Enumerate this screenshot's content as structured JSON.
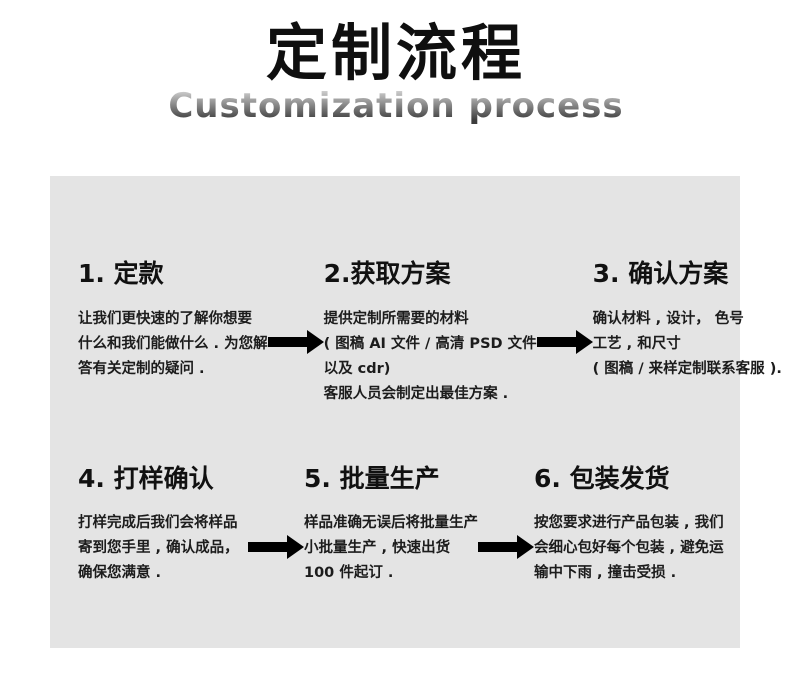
{
  "header": {
    "title": "定制流程",
    "subtitle": "Customization process"
  },
  "steps": [
    {
      "heading": "1. 定款",
      "lines": [
        "让我们更快速的了解你想要",
        "什么和我们能做什么 . 为您解",
        "答有关定制的疑问 ."
      ]
    },
    {
      "heading": "2.获取方案",
      "lines": [
        "提供定制所需要的材料",
        "( 图稿 AI 文件 / 高清 PSD 文件",
        "以及 cdr)",
        "客服人员会制定出最佳方案 ."
      ]
    },
    {
      "heading": "3. 确认方案",
      "lines": [
        "确认材料 , 设计， 色号",
        "工艺 , 和尺寸",
        "( 图稿 / 来样定制联系客服 )."
      ]
    },
    {
      "heading": "4. 打样确认",
      "lines": [
        "打样完成后我们会将样品",
        "寄到您手里 , 确认成品，",
        "确保您满意 ."
      ]
    },
    {
      "heading": "5. 批量生产",
      "lines": [
        "样品准确无误后将批量生产",
        "小批量生产 , 快速出货",
        "100 件起订 ."
      ]
    },
    {
      "heading": "6. 包装发货",
      "lines": [
        "按您要求进行产品包装 , 我们",
        "会细心包好每个包装 , 避免运",
        "输中下雨 , 撞击受损 ."
      ]
    }
  ],
  "colors": {
    "page_bg": "#ffffff",
    "panel_bg": "#e4e4e4",
    "title_color": "#0f0f0f",
    "heading_color": "#111111",
    "body_color": "#1c1c1c",
    "arrow_color": "#000000",
    "subtitle_top": "#cdcdcd",
    "subtitle_bottom": "#3c3c3c"
  }
}
